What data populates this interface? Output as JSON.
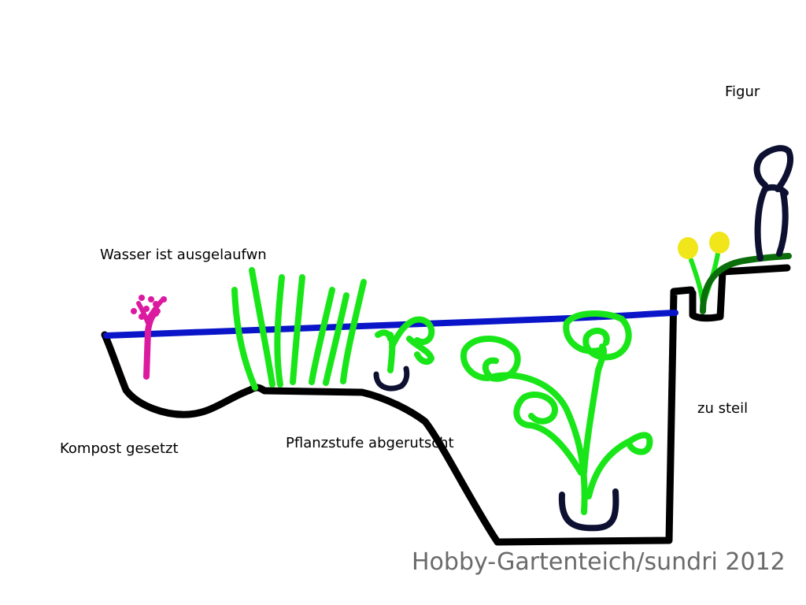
{
  "labels": {
    "figur": "Figur",
    "wasser": "Wasser ist ausgelaufwn",
    "kompost": "Kompost gesetzt",
    "pflanzstufe": "Pflanzstufe abgerutscht",
    "zu_steil": "zu steil"
  },
  "credit": "Hobby-Gartenteich/sundri 2012",
  "colors": {
    "pond_outline": "#000000",
    "water_line": "#0a14c8",
    "plant_green": "#19e619",
    "dark_green": "#0a6e0a",
    "pot": "#0d1030",
    "flower_magenta": "#dc1aa0",
    "flower_yellow": "#f0e619",
    "figure": "#0d1030",
    "credit_text": "#6a6a6a"
  }
}
